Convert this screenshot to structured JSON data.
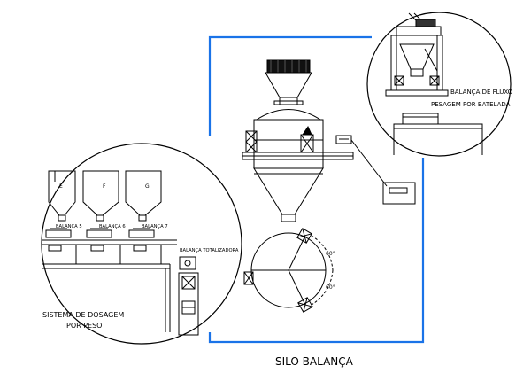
{
  "main_title": "SILO BALANÇA",
  "left_detail": {
    "caption_line1": "SISTEMA DE DOSAGEM",
    "caption_line2": "POR PESO",
    "hopper_labels": [
      "E",
      "F",
      "G"
    ],
    "scale_labels": [
      "BALANÇA 5",
      "BALANÇA 6",
      "BALANÇA 7"
    ],
    "totalizer_label": "BALANÇA TOTALIZADORA"
  },
  "right_detail": {
    "caption_line1": "BALANÇA DE FLUXO",
    "caption_line2": "PESAGEM POR BATELADA"
  },
  "plan_view": {
    "angle_label_1": "60°",
    "angle_label_2": "60°"
  },
  "colors": {
    "frame_line": "#1a73e8",
    "drawing_line": "#000000"
  }
}
